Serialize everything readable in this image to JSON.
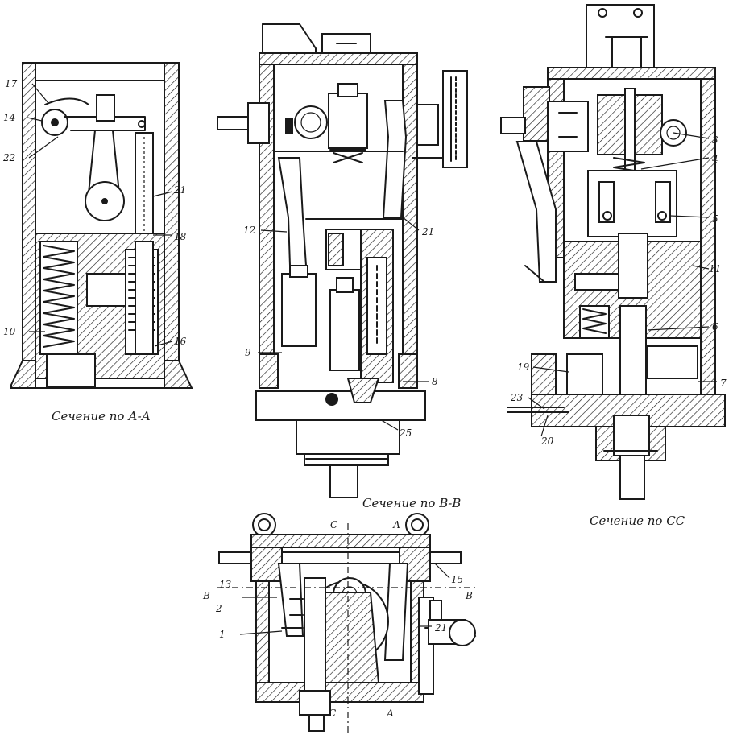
{
  "captions": {
    "section_aa": "Сечение по А-А",
    "section_bb": "Сечение по В-В",
    "section_cc": "Сечение по СС"
  },
  "callouts": {
    "n17": "17",
    "n14": "14",
    "n22": "22",
    "n21a": "21",
    "n18": "18",
    "n10": "10",
    "n16": "16",
    "n12": "12",
    "n21b": "21",
    "n9": "9",
    "n8": "8",
    "n25": "25",
    "n3": "3",
    "n4": "4",
    "n5": "5",
    "n11": "11",
    "n6": "6",
    "n19": "19",
    "n7": "7",
    "n23": "23",
    "n20": "20",
    "n15": "15",
    "n13": "13",
    "n2": "2",
    "n1": "1",
    "n21c": "21",
    "mark_c_top": "С",
    "mark_a_top": "А",
    "mark_b_left": "В",
    "mark_b_right": "В",
    "mark_c_bottom": "С",
    "mark_a_bottom": "А"
  }
}
